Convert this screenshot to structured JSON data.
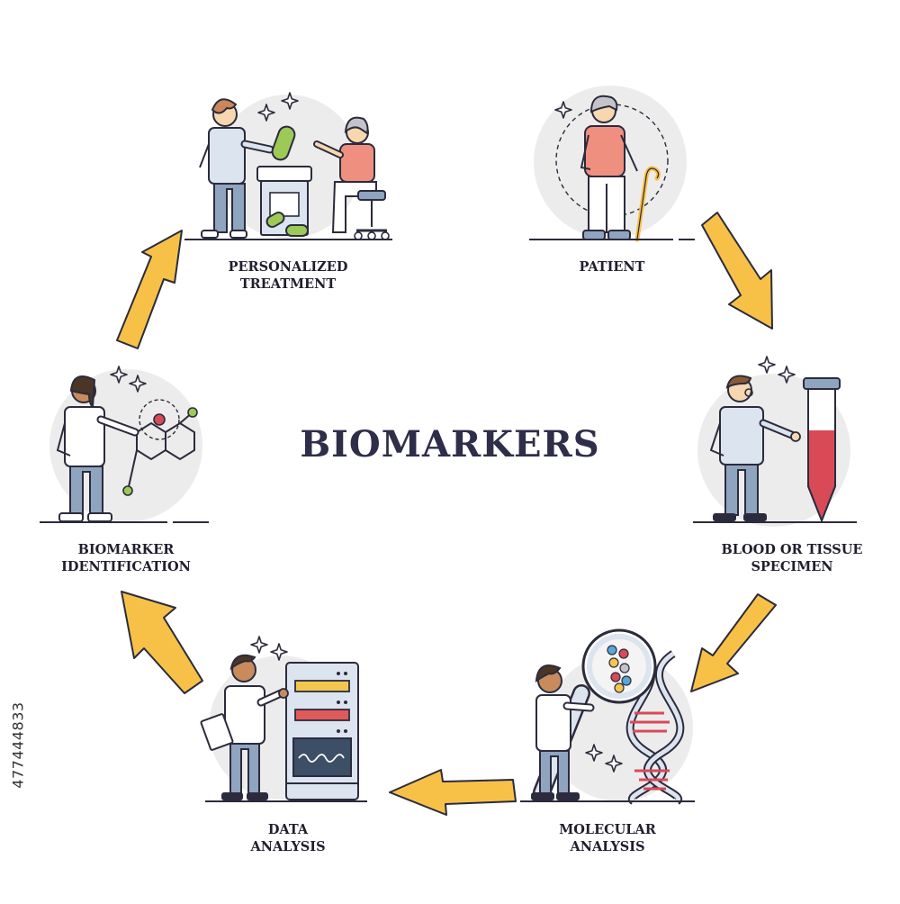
{
  "diagram": {
    "title": "BIOMARKERS",
    "steps": [
      {
        "id": "personalized-treatment",
        "lines": [
          "PERSONALIZED",
          "TREATMENT"
        ]
      },
      {
        "id": "patient",
        "lines": [
          "PATIENT"
        ]
      },
      {
        "id": "specimen",
        "lines": [
          "BLOOD OR TISSUE",
          "SPECIMEN"
        ]
      },
      {
        "id": "molecular-analysis",
        "lines": [
          "MOLECULAR",
          "ANALYSIS"
        ]
      },
      {
        "id": "data-analysis",
        "lines": [
          "DATA",
          "ANALYSIS"
        ]
      },
      {
        "id": "biomarker-identification",
        "lines": [
          "BIOMARKER",
          "IDENTIFICATION"
        ]
      }
    ],
    "colors": {
      "arrow_fill": "#f7c148",
      "outline": "#2b2b3d",
      "circle_bg": "#ececec",
      "coat": "#dbe4ef",
      "pants": "#8fa4bf",
      "shirt_coral": "#ef8f80",
      "blood": "#d94a57",
      "green": "#9dc957",
      "red_bar": "#e05a5a",
      "yellow_bar": "#f2c74e"
    },
    "stock_id": "477444833"
  }
}
